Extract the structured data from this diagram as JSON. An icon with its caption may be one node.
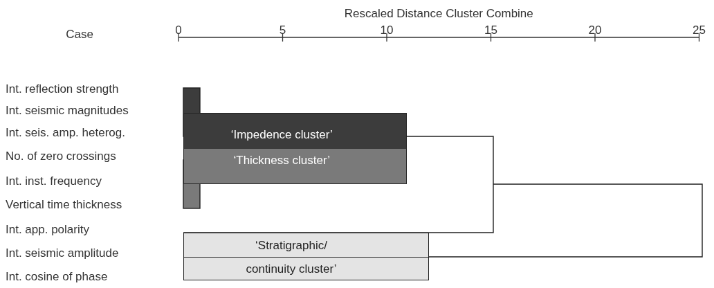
{
  "diagram": {
    "nodes": [
      {
        "text": [
          "‘Impedence cluster’"
        ]
      },
      {
        "text": [
          "‘Thickness cluster’"
        ]
      },
      {
        "text": [
          "‘Stratigraphic/ continuity cluster’"
        ]
      }
    ],
    "labels": [
      "Rescaled Distance Cluster Combine",
      "Case",
      "0",
      "5",
      "10",
      "15",
      "20",
      "25",
      "Int. reflection strength",
      "Int. seismic magnitudes",
      "Int. seis. amp. heterog.",
      "No. of zero crossings",
      "Int. inst. frequency",
      "Vertical time thickness",
      "Int. app. polarity",
      "Int. seismic amplitude",
      "Int. cosine of phase"
    ]
  }
}
